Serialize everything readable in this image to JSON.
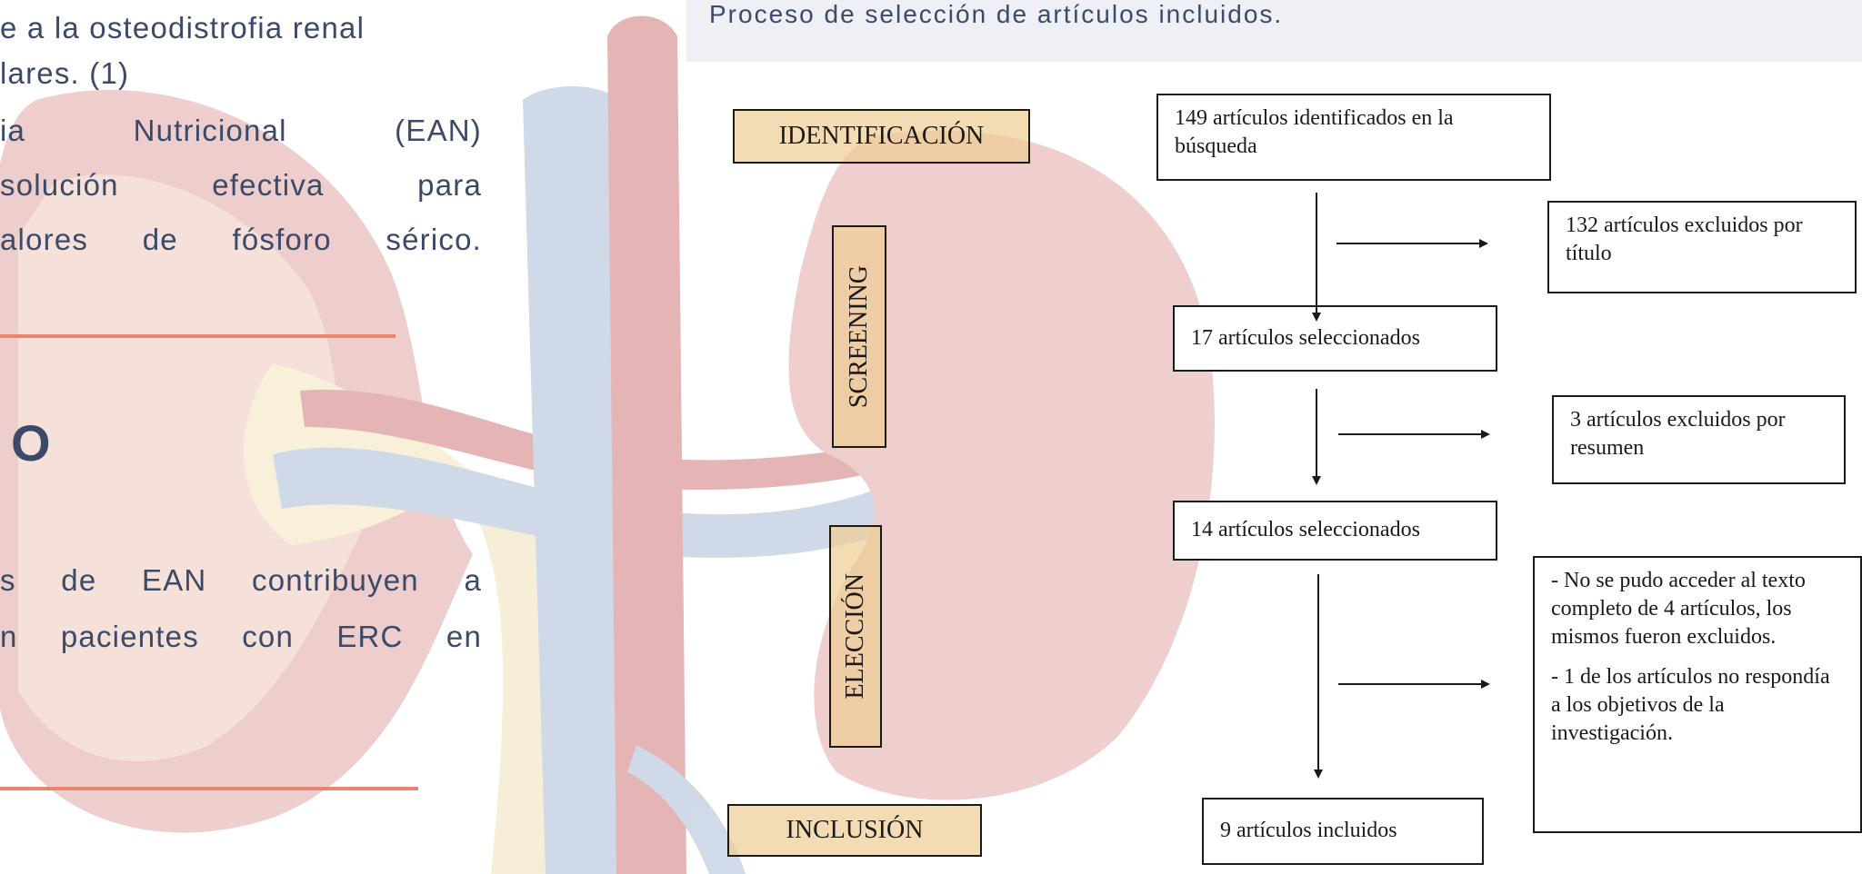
{
  "left_text": {
    "lines": [
      "e a la osteodistrofia renal",
      "lares. (1)",
      "ia   Nutricional   (EAN)",
      "solución  efectiva  para",
      "alores de fósforo sérico."
    ],
    "heading": "O",
    "lines2": [
      "s de EAN contribuyen a",
      "n pacientes con ERC en"
    ]
  },
  "caption": "Proceso de selección de artículos incluidos.",
  "flowchart": {
    "stages": {
      "identificacion": "IDENTIFICACIÓN",
      "screening": "SCREENING",
      "eleccion": "ELECCIÓN",
      "inclusion": "INCLUSIÓN"
    },
    "boxes": {
      "identified": "149 artículos identificados en la búsqueda",
      "selected_17": "17 artículos seleccionados",
      "selected_14": "14 artículos seleccionados",
      "included": "9 artículos incluidos"
    },
    "exclusions": {
      "by_title": "132 artículos excluidos por título",
      "by_summary": "3 artículos excluidos por resumen",
      "note_1": "- No se pudo acceder al texto completo de 4 artículos, los mismos fueron excluidos.",
      "note_2": "- 1 de los artículos no respondía a los objetivos de la investigación."
    }
  },
  "colors": {
    "text": "#3a4a68",
    "accent_rule": "#e8846f",
    "stage_fill": "#eecd96",
    "kidney": "#d98a8a",
    "vein": "#8fa7c8"
  },
  "icons": [
    "kidney-illustration",
    "vessel-illustration"
  ]
}
